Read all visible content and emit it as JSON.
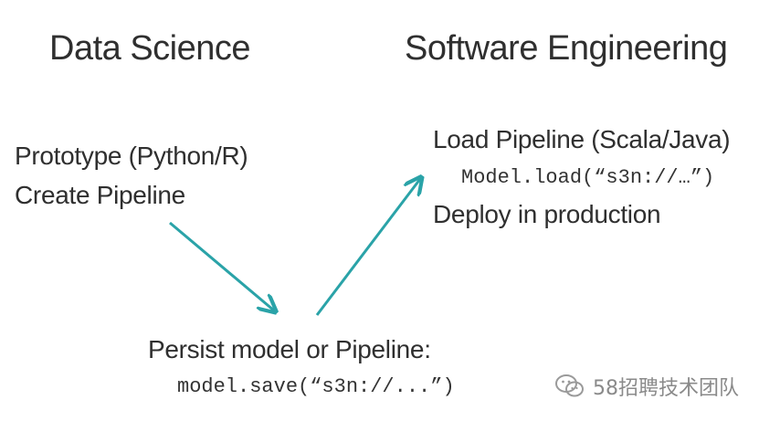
{
  "left_column": {
    "title": "Data Science",
    "lines": [
      "Prototype (Python/R)",
      "Create Pipeline"
    ]
  },
  "right_column": {
    "title": "Software Engineering",
    "line1": "Load Pipeline (Scala/Java)",
    "code": "Model.load(“s3n://…”)",
    "line2": "Deploy in production"
  },
  "bottom": {
    "line": "Persist model or Pipeline:",
    "code": "model.save(“s3n://...”)"
  },
  "watermark": {
    "text": "58招聘技术团队",
    "icon": "wechat-icon"
  },
  "colors": {
    "arrow": "#2aa3a8",
    "text": "#2f2f2f"
  }
}
